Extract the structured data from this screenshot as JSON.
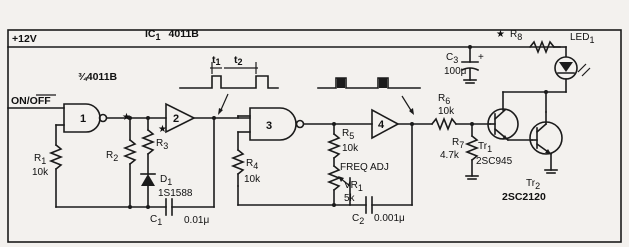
{
  "supply": {
    "rail_label": "+12V"
  },
  "ic": {
    "name_label": "IC",
    "name_sub": "1",
    "part": "4011B",
    "section_label": "¾4011B"
  },
  "switch_label": "ON/OFF",
  "gates": [
    "1",
    "2",
    "3",
    "4"
  ],
  "timing": {
    "t1_label": "t",
    "t1_sub": "1",
    "t2_label": "t",
    "t2_sub": "2"
  },
  "resistors": {
    "r1": {
      "label": "R",
      "sub": "1",
      "value": "10k"
    },
    "r2": {
      "label": "R",
      "sub": "2"
    },
    "r3": {
      "label": "R",
      "sub": "3"
    },
    "r4": {
      "label": "R",
      "sub": "4",
      "value": "10k"
    },
    "r5": {
      "label": "R",
      "sub": "5",
      "value": "10k"
    },
    "r6": {
      "label": "R",
      "sub": "6",
      "value": "10k"
    },
    "r7": {
      "label": "R",
      "sub": "7",
      "value": "4.7k"
    },
    "r8": {
      "label": "R",
      "sub": "8"
    }
  },
  "diode": {
    "label": "D",
    "sub": "1",
    "part": "1S1588"
  },
  "capacitors": {
    "c1": {
      "label": "C",
      "sub": "1",
      "value": "0.01μ"
    },
    "c2": {
      "label": "C",
      "sub": "2",
      "value": "0.001μ"
    },
    "c3": {
      "label": "C",
      "sub": "3",
      "value": "100μ"
    }
  },
  "pot": {
    "label": "VR",
    "sub": "1",
    "value": "5k",
    "function": "FREQ ADJ"
  },
  "transistors": {
    "tr1": {
      "label": "Tr",
      "sub": "1",
      "part": "2SC945"
    },
    "tr2": {
      "label": "Tr",
      "sub": "2",
      "part": "2SC2120"
    }
  },
  "led": {
    "label": "LED",
    "sub": "1"
  },
  "marks": {
    "star": "★",
    "plus": "+"
  },
  "colors": {
    "ink": "#1b1b1b",
    "paper": "#f3f1ee"
  }
}
